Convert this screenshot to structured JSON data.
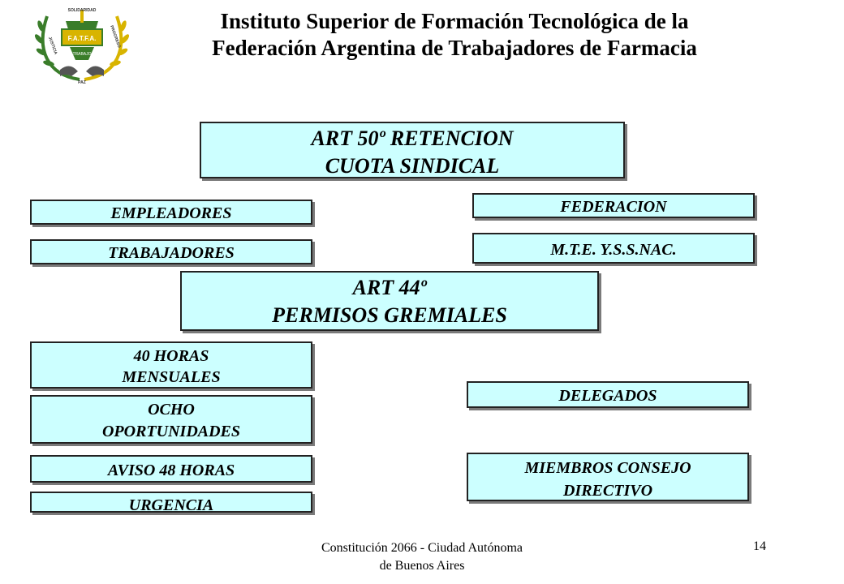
{
  "header": {
    "title_line1": "Instituto Superior de Formación Tecnológica de la",
    "title_line2": "Federación Argentina de Trabajadores de Farmacia"
  },
  "logo": {
    "center": "F.A.T.F.A.",
    "top": "SOLIDARIDAD",
    "left": "JUSTICIA",
    "right": "PROGRESO",
    "mid": "TRABAJO",
    "bottom": "PAZ"
  },
  "boxes": {
    "art50_line1": "ART 50º RETENCION",
    "art50_line2": "CUOTA SINDICAL",
    "empleadores": "EMPLEADORES",
    "trabajadores": "TRABAJADORES",
    "federacion": "FEDERACION",
    "mte": "M.T.E. Y.S.S.NAC.",
    "art44_line1": "ART 44º",
    "art44_line2": "PERMISOS GREMIALES",
    "horas_line1": "40 HORAS",
    "horas_line2": "MENSUALES",
    "ocho_line1": "OCHO",
    "ocho_line2": "OPORTUNIDADES",
    "aviso": "AVISO 48 HORAS",
    "urgencia": "URGENCIA",
    "delegados": "DELEGADOS",
    "miembros_line1": "MIEMBROS CONSEJO",
    "miembros_line2": "DIRECTIVO"
  },
  "footer": {
    "location_line1": "Constitución 2066 - Ciudad Autónoma",
    "location_line2": "de Buenos Aires",
    "page_number": "14"
  },
  "colors": {
    "box_fill": "#ccffff",
    "box_border": "#222222",
    "logo_green": "#3a7d2a",
    "logo_gold": "#d8b400"
  }
}
